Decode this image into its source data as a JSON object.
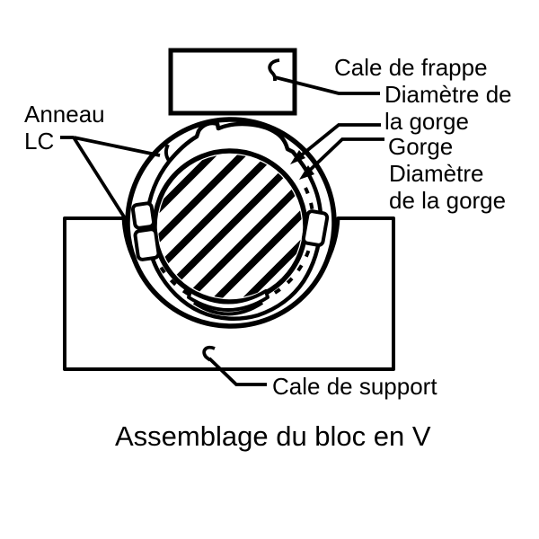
{
  "figure": {
    "title": "Assemblage du bloc en V"
  },
  "labels": {
    "cale_de_frappe": "Cale de frappe",
    "diametre_de": "Diamètre de",
    "la_gorge": "la gorge",
    "gorge": "Gorge",
    "diametre": "Diamètre",
    "de_la_gorge": "de la gorge",
    "anneau": "Anneau",
    "lc": "LC",
    "cale_de_support": "Cale de support"
  },
  "colors": {
    "ink": "#000000",
    "background": "#ffffff"
  }
}
